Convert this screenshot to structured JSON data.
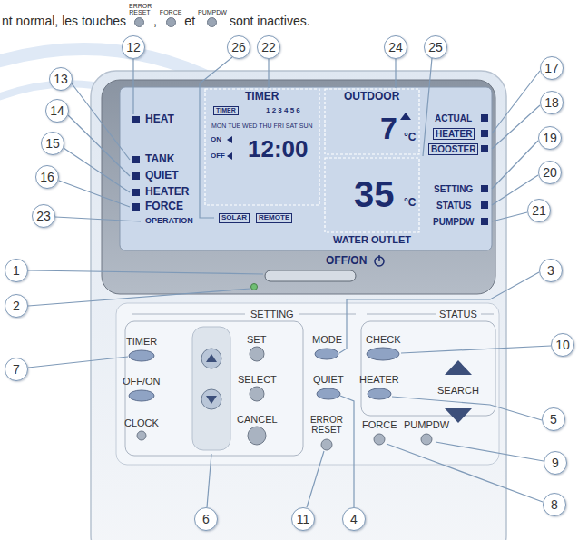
{
  "diagram": {
    "nodes": [
      {
        "text": [
          "12"
        ]
      },
      {
        "text": [
          "26"
        ]
      },
      {
        "text": [
          "22"
        ]
      },
      {
        "text": [
          "24"
        ]
      },
      {
        "text": [
          "25"
        ]
      },
      {
        "text": [
          "13"
        ]
      },
      {
        "text": [
          "17"
        ]
      },
      {
        "text": [
          "14"
        ]
      },
      {
        "text": [
          "18"
        ]
      },
      {
        "text": [
          "15"
        ]
      },
      {
        "text": [
          "19"
        ]
      },
      {
        "text": [
          "16"
        ]
      },
      {
        "text": [
          "20"
        ]
      },
      {
        "text": [
          "23"
        ]
      },
      {
        "text": [
          "21"
        ]
      },
      {
        "text": [
          "1"
        ]
      },
      {
        "text": [
          "3"
        ]
      },
      {
        "text": [
          "2"
        ]
      },
      {
        "text": [
          "10"
        ]
      },
      {
        "text": [
          "7"
        ]
      },
      {
        "text": [
          "5"
        ]
      },
      {
        "text": [
          "9"
        ]
      },
      {
        "text": [
          "8"
        ]
      },
      {
        "text": [
          "6"
        ]
      },
      {
        "text": [
          "11"
        ]
      },
      {
        "text": [
          "4"
        ]
      }
    ],
    "labels": [
      "nt normal, les touches",
      "ERROR RESET",
      ",",
      "FORCE",
      "et",
      "PUMPDW",
      "sont inactives.",
      "HEAT",
      "TANK",
      "QUIET",
      "HEATER",
      "FORCE",
      "OPERATION",
      "TIMER",
      "OUTDOOR",
      "TIMER",
      "1 2 3 4 5 6",
      "MON TUE WED THU FRI SAT SUN",
      "ON",
      "OFF",
      "12:00",
      "SOLAR",
      "REMOTE",
      "7",
      "°C",
      "35",
      "°C",
      "WATER OUTLET",
      "ACTUAL",
      "HEATER",
      "BOOSTER",
      "SETTING",
      "STATUS",
      "PUMPDW",
      "OFF/ON",
      "SETTING",
      "STATUS",
      "TIMER",
      "OFF/ON",
      "CLOCK",
      "SET",
      "SELECT",
      "CANCEL",
      "MODE",
      "QUIET",
      "ERROR RESET",
      "CHECK",
      "SEARCH",
      "HEATER",
      "FORCE",
      "PUMPDW"
    ]
  }
}
